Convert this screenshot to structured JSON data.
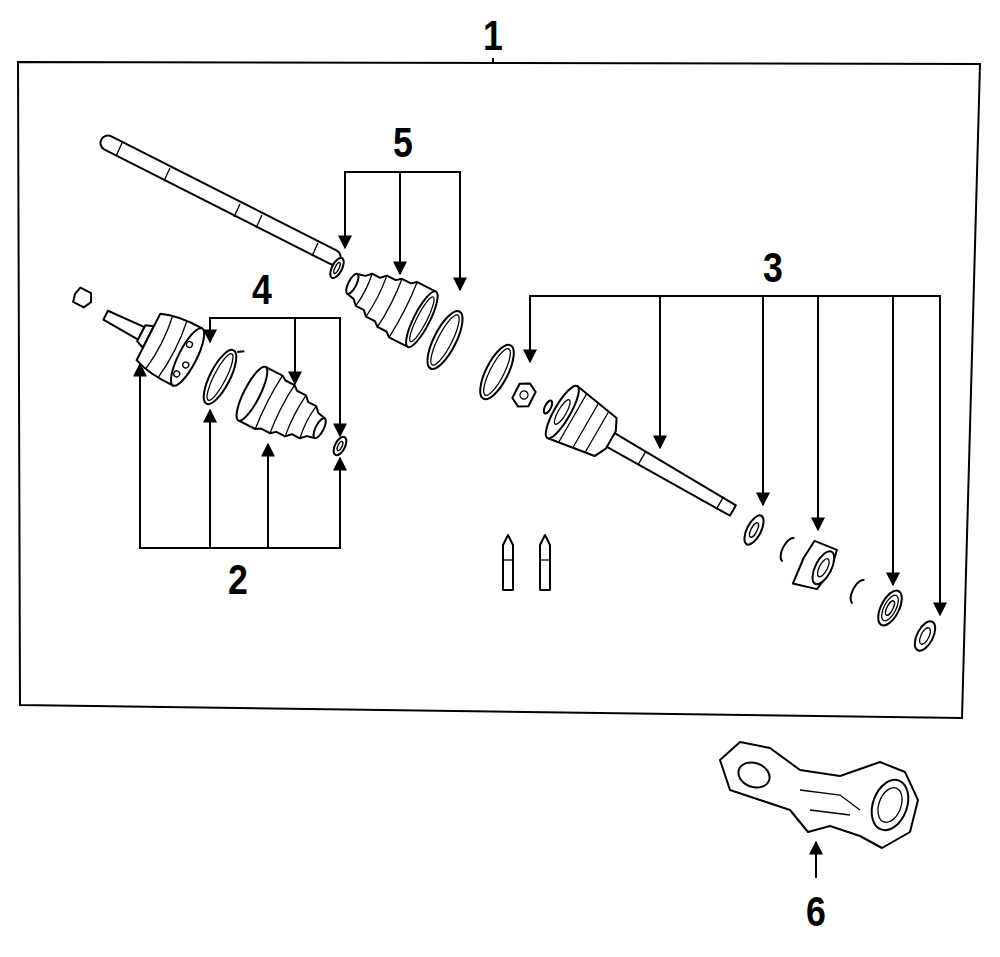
{
  "diagram": {
    "labels": [
      "1",
      "5",
      "4",
      "3",
      "2",
      "6"
    ]
  }
}
